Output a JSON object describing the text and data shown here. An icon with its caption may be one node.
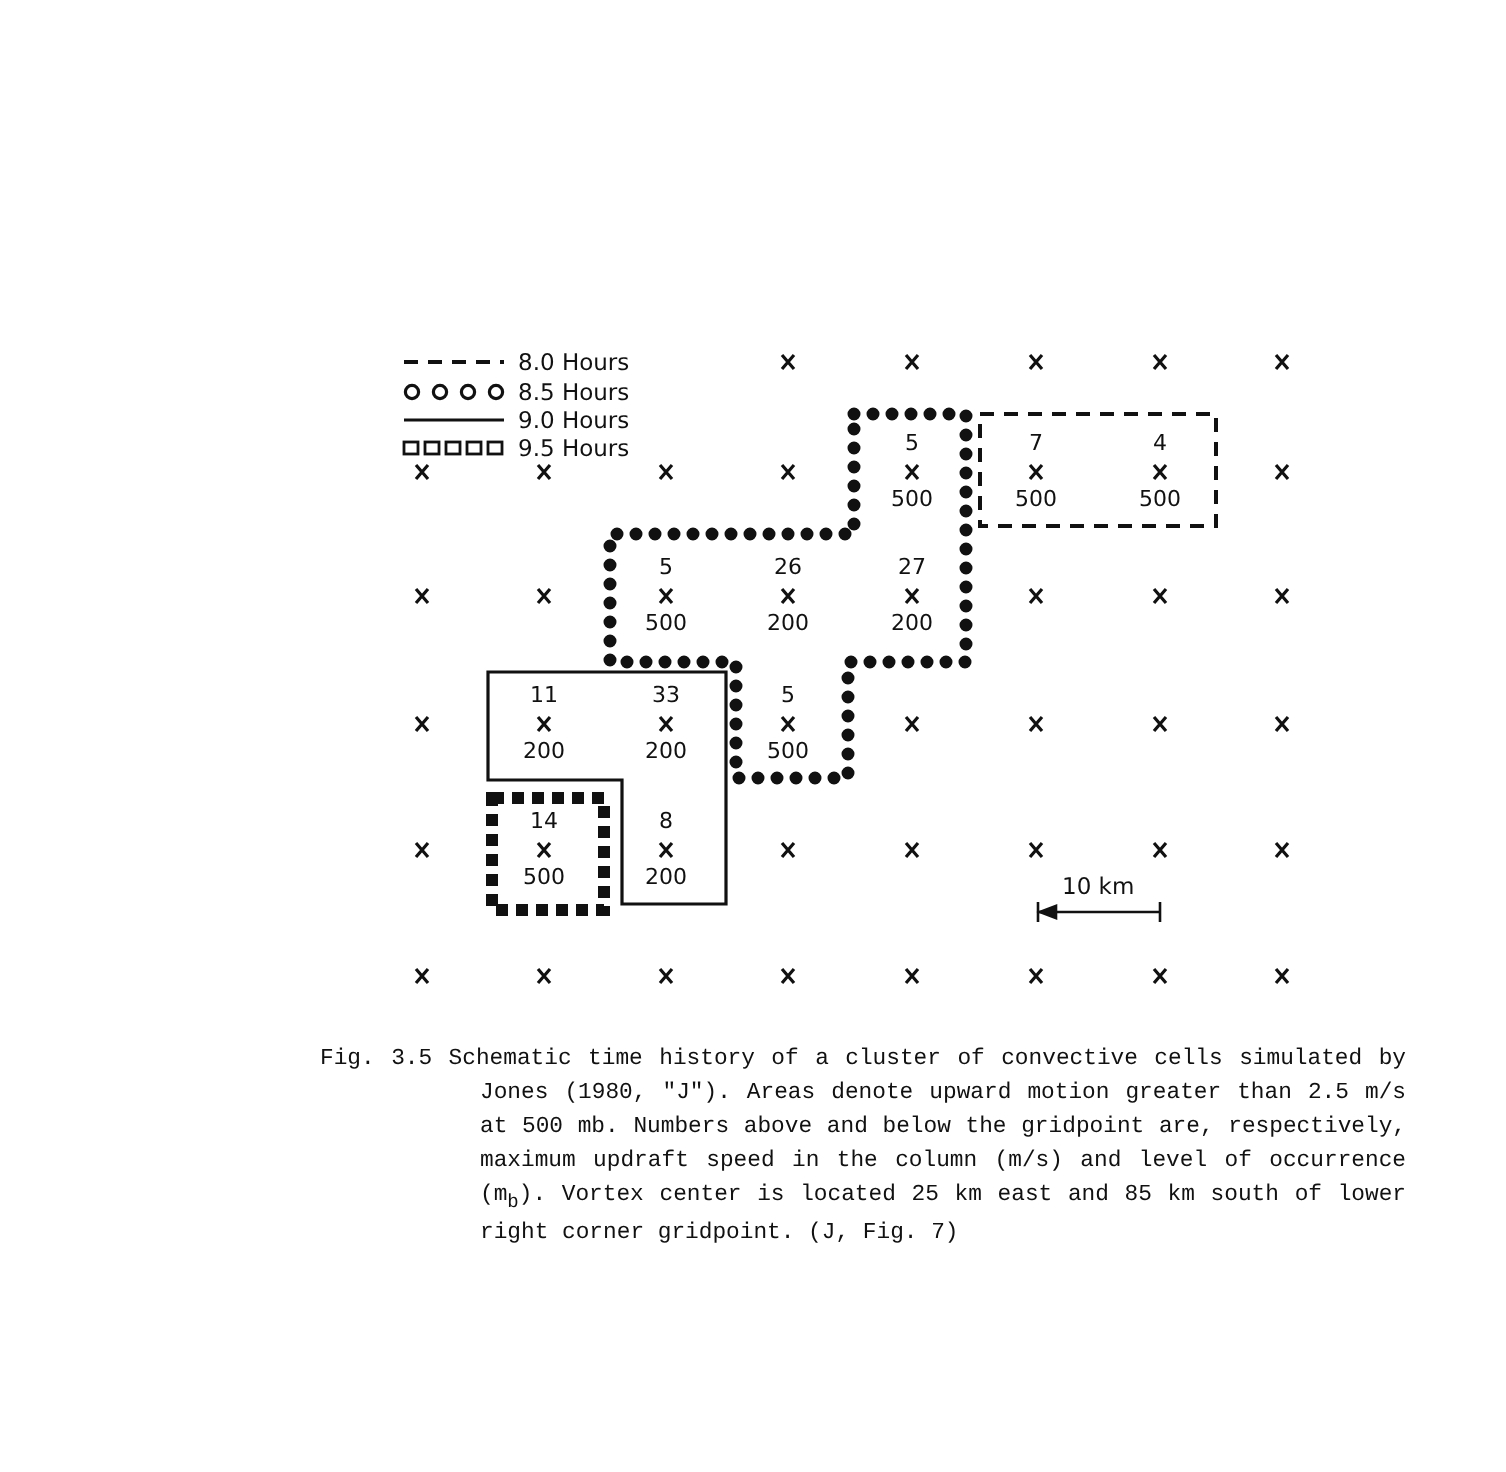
{
  "diagram": {
    "caption": "Fig. 3.5 Schematic time history of a cluster of convective cells simulated by Jones (1980, \"J\"). Areas denote upward motion greater than 2.5 m/s at 500 mb. Numbers above and below the gridpoint are, respectively, maximum updraft speed in the column (m/s) and level of occurrence (m$_{b}$). Vortex center is located 25 km east and 85 km south of lower right corner gridpoint. (J, Fig. 7)",
    "labels": [
      "5",
      "500",
      "7",
      "500",
      "4",
      "500",
      "5",
      "500",
      "26",
      "200",
      "27",
      "200",
      "11",
      "200",
      "33",
      "200",
      "5",
      "500",
      "14",
      "500",
      "8",
      "200",
      "10 km"
    ],
    "legend": [
      {
        "text": "8.0 Hours"
      },
      {
        "text": "8.5 Hours"
      },
      {
        "text": "9.0 Hours"
      },
      {
        "text": "9.5 Hours"
      }
    ]
  }
}
